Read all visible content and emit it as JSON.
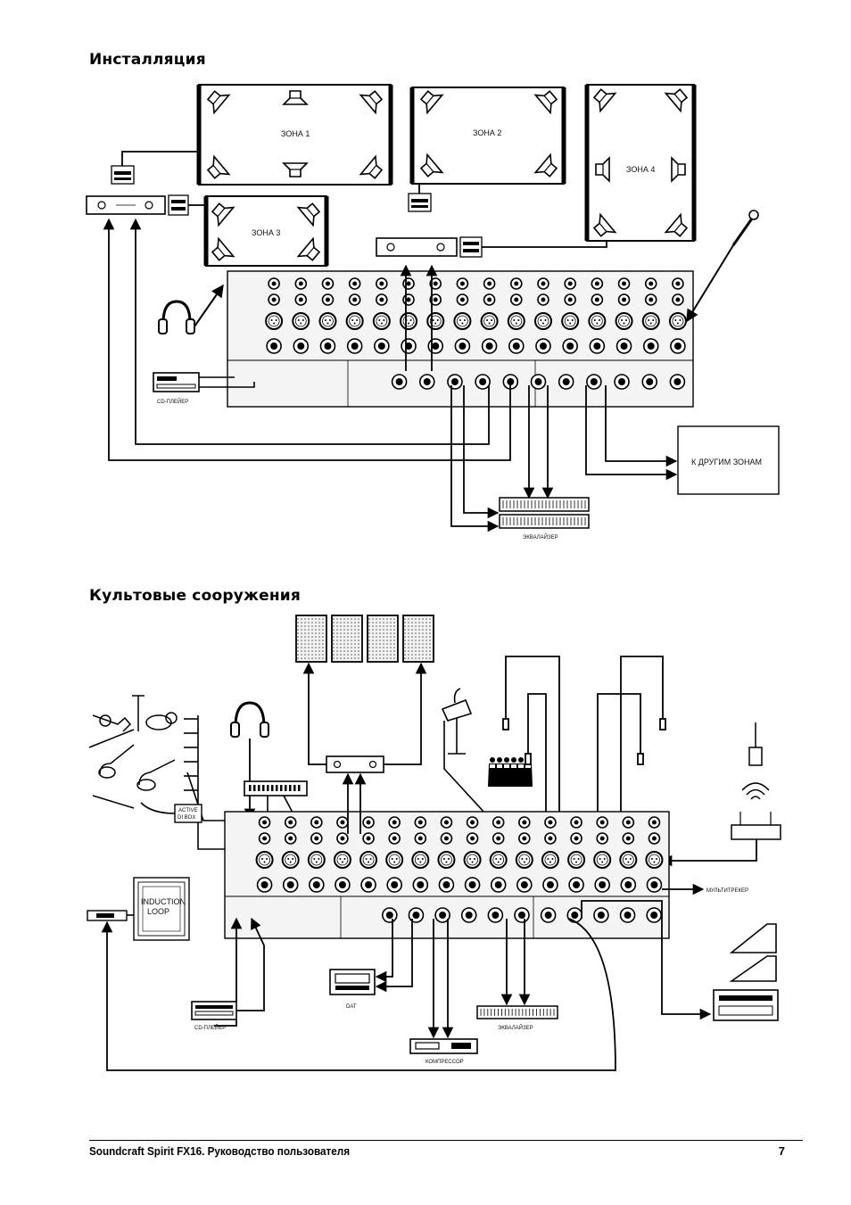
{
  "headings": {
    "installation": "Инсталляция",
    "worship": "Культовые сооружения"
  },
  "installation": {
    "zone1": "ЗОНА 1",
    "zone2": "ЗОНА 2",
    "zone3": "ЗОНА 3",
    "zone4": "ЗОНА 4",
    "cd_player": "CD-ПЛЕЙЕР",
    "other_zones": "К ДРУГИМ ЗОНАМ",
    "equalizer": "ЭКВАЛАЙЗЕР"
  },
  "worship": {
    "induction_loop_line1": "INDUCTION",
    "induction_loop_line2": "LOOP",
    "active_di_line1": "ACTIVE",
    "active_di_line2": "DI BOX",
    "multitrack": "МУЛЬТИТРЕКЕР",
    "dat": "DAT",
    "cd_player": "CD-ПЛЕЙЕР",
    "equalizer": "ЭКВАЛАЙЗЕР",
    "compressor": "КОМПРЕССОР"
  },
  "footer": {
    "title": "Soundcraft Spirit FX16. Руководство пользователя",
    "page": "7"
  },
  "colors": {
    "line": "#000000",
    "panel": "#f4f4f4"
  }
}
